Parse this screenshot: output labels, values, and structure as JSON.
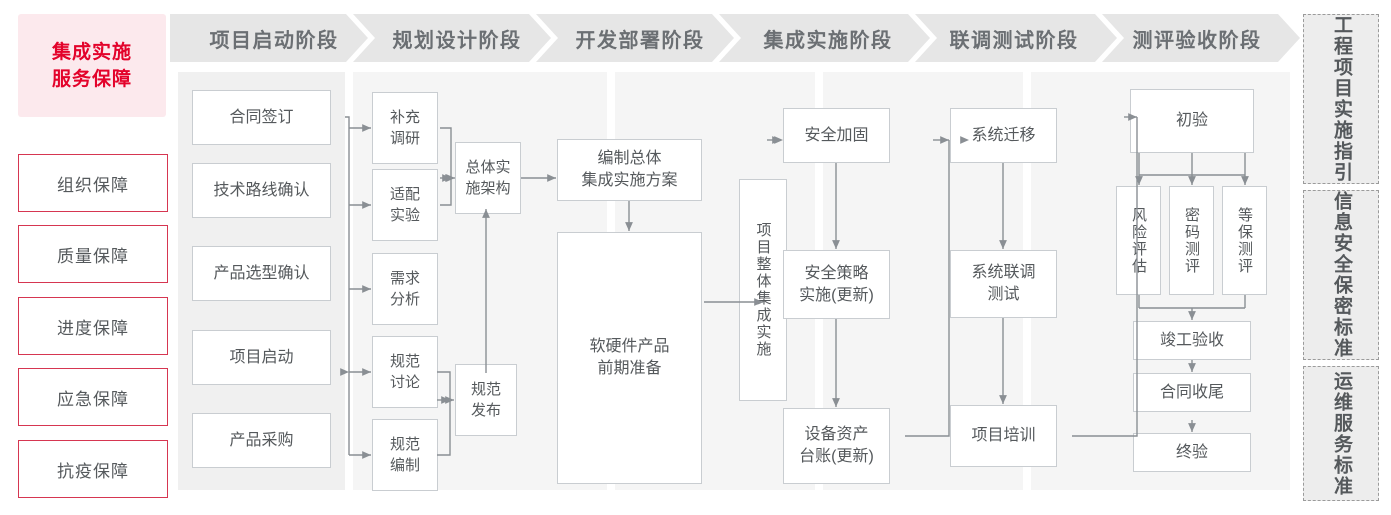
{
  "title": {
    "line1": "集成实施",
    "line2": "服务保障"
  },
  "guarantees": [
    {
      "label": "组织保障"
    },
    {
      "label": "质量保障"
    },
    {
      "label": "进度保障"
    },
    {
      "label": "应急保障"
    },
    {
      "label": "抗疫保障"
    }
  ],
  "phases": [
    {
      "header": "项目启动阶段",
      "nodes": [
        {
          "label": "合同签订"
        },
        {
          "label": "技术路线确认"
        },
        {
          "label": "产品选型确认"
        },
        {
          "label": "项目启动"
        },
        {
          "label": "产品采购"
        }
      ]
    },
    {
      "header": "规划设计阶段",
      "nodes": [
        {
          "label": "补充\n调研"
        },
        {
          "label": "适配\n实验"
        },
        {
          "label": "需求\n分析"
        },
        {
          "label": "规范\n讨论"
        },
        {
          "label": "规范\n编制"
        },
        {
          "label": "总体实\n施架构"
        },
        {
          "label": "规范\n发布"
        }
      ]
    },
    {
      "header": "开发部署阶段",
      "nodes": [
        {
          "label": "编制总体\n集成实施方案"
        },
        {
          "label": "软硬件产品\n前期准备"
        }
      ]
    },
    {
      "header": "集成实施阶段",
      "nodes": [
        {
          "label": "项目整体集成实施"
        },
        {
          "label": "安全加固"
        },
        {
          "label": "安全策略\n实施(更新)"
        },
        {
          "label": "设备资产\n台账(更新)"
        }
      ]
    },
    {
      "header": "联调测试阶段",
      "nodes": [
        {
          "label": "系统迁移"
        },
        {
          "label": "系统联调\n测试"
        },
        {
          "label": "项目培训"
        }
      ]
    },
    {
      "header": "测评验收阶段",
      "nodes": [
        {
          "label": "初验"
        },
        {
          "label": "风险评估"
        },
        {
          "label": "密码测评"
        },
        {
          "label": "等保测评"
        },
        {
          "label": "竣工验收"
        },
        {
          "label": "合同收尾"
        },
        {
          "label": "终验"
        }
      ]
    }
  ],
  "standards": [
    {
      "label": "工程项目实施指引"
    },
    {
      "label": "信息安全保密标准"
    },
    {
      "label": "运维服务标准"
    }
  ],
  "colors": {
    "brand_red": "#e3032b",
    "title_bg": "#fce9ed",
    "guarantee_border": "#d63651",
    "header_bg": "#e6e6e6",
    "column_bg_1": "#f0f0f0",
    "column_bg_rest": "#f5f5f5",
    "node_border": "#c9cdd1",
    "text": "#55595c",
    "wire": "#8a8f94",
    "standard_bg": "#ededed",
    "standard_border": "#9b9b9b"
  }
}
